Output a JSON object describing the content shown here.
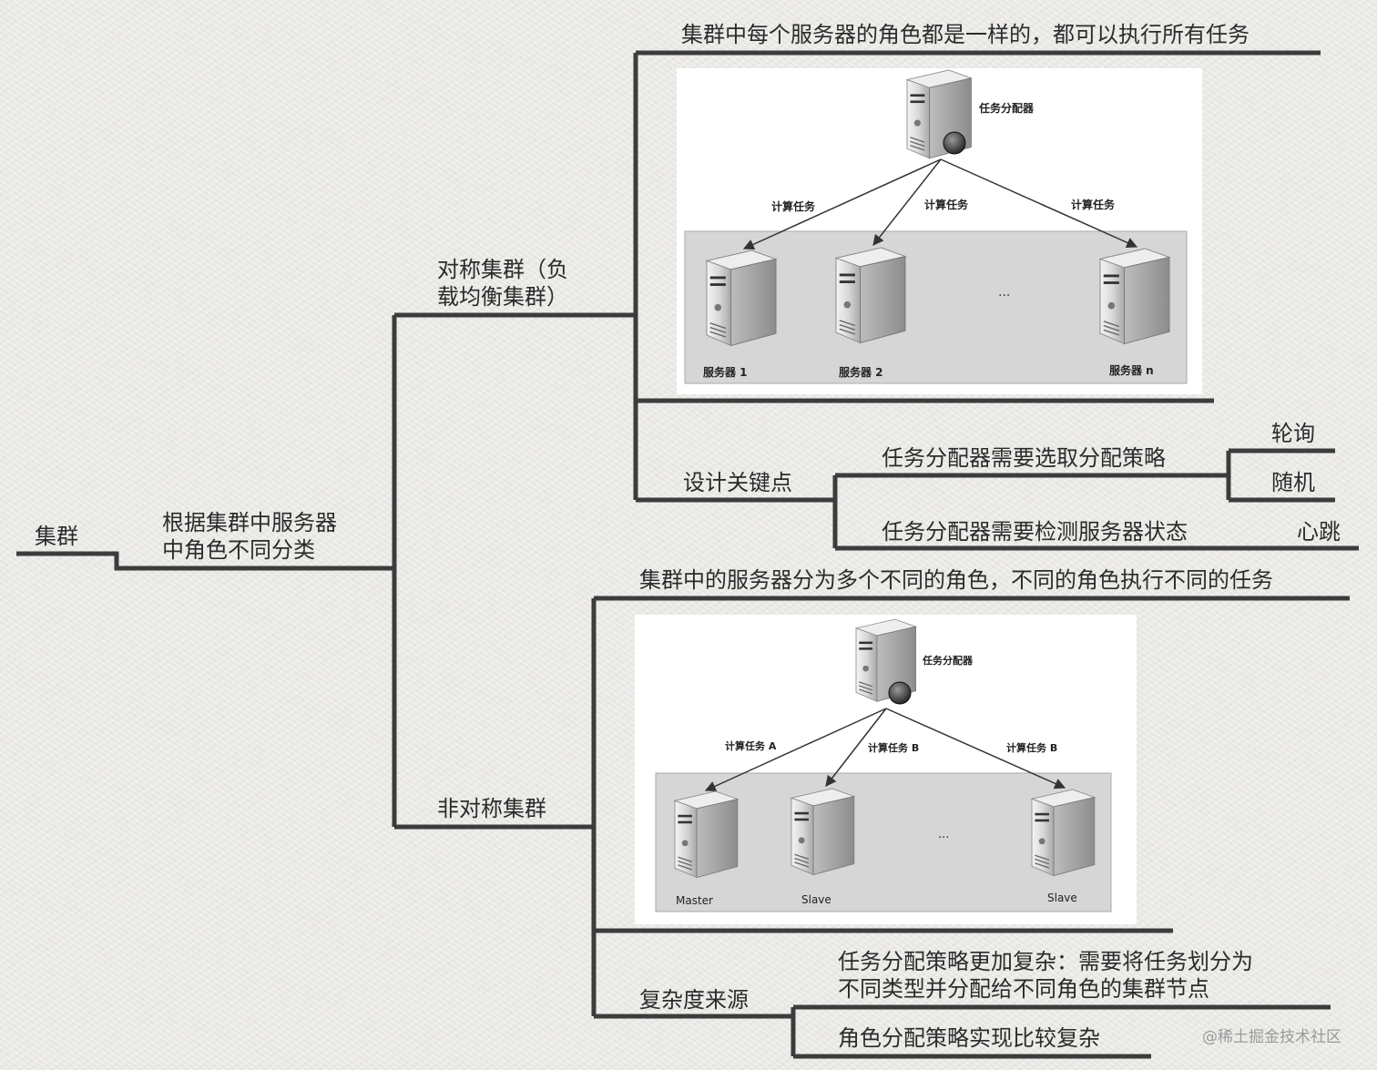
{
  "root": "集群",
  "classification": "根据集群中服务器\n中角色不同分类",
  "symmetric": {
    "title": "对称集群（负\n载均衡集群）",
    "description": "集群中每个服务器的角色都是一样的，都可以执行所有任务",
    "diagram": {
      "dispatcher": "任务分配器",
      "task_labels": [
        "计算任务",
        "计算任务",
        "计算任务"
      ],
      "servers": [
        "服务器 1",
        "服务器 2",
        "服务器 n"
      ],
      "ellipsis": "..."
    },
    "key_points": {
      "title": "设计关键点",
      "items": [
        {
          "text": "任务分配器需要选取分配策略",
          "children": [
            "轮询",
            "随机"
          ]
        },
        {
          "text": "任务分配器需要检测服务器状态",
          "children": [
            "心跳"
          ]
        }
      ]
    }
  },
  "asymmetric": {
    "title": "非对称集群",
    "description": "集群中的服务器分为多个不同的角色，不同的角色执行不同的任务",
    "diagram": {
      "dispatcher": "任务分配器",
      "task_labels": [
        "计算任务 A",
        "计算任务 B",
        "计算任务 B"
      ],
      "servers": [
        "Master",
        "Slave",
        "Slave"
      ],
      "ellipsis": "..."
    },
    "complexity": {
      "title": "复杂度来源",
      "items": [
        "任务分配策略更加复杂：需要将任务划分为\n不同类型并分配给不同角色的集群节点",
        "角色分配策略实现比较复杂"
      ]
    }
  },
  "watermark": "@稀土掘金技术社区",
  "colors": {
    "line": "#3c3c3c",
    "text": "#2b2b2b",
    "panel_gray": "#d6d6d6"
  }
}
